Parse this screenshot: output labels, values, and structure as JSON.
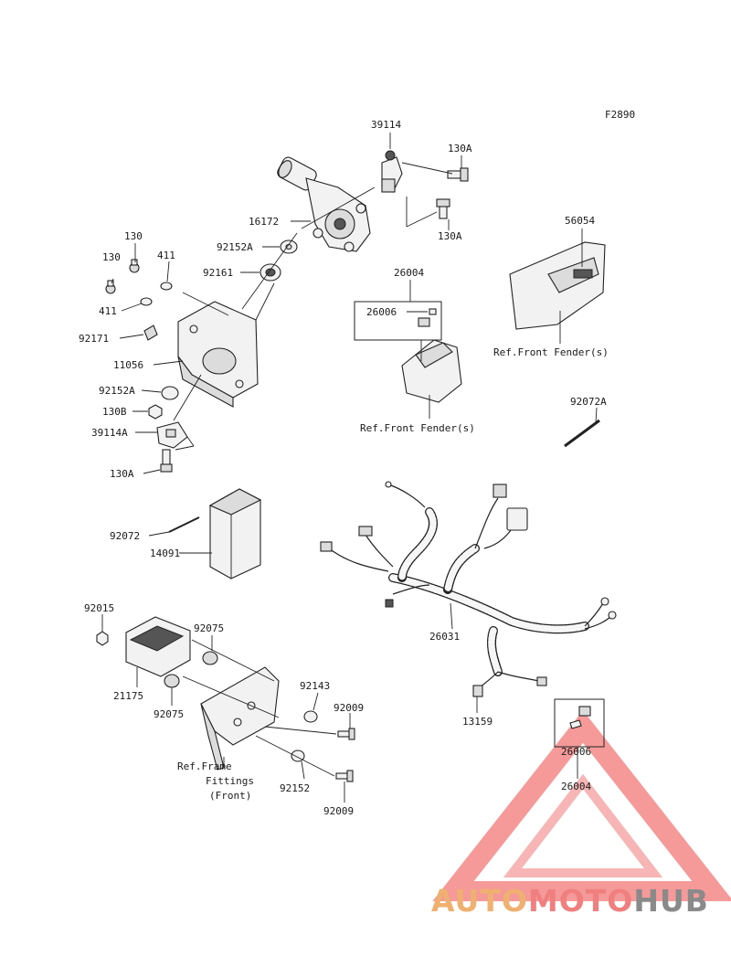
{
  "figure_code": "F2890",
  "labels": {
    "p39114": "39114",
    "p130A_top": "130A",
    "p130A_mid": "130A",
    "p16172": "16172",
    "p92152A_top": "92152A",
    "p92161": "92161",
    "p130_a": "130",
    "p130_b": "130",
    "p411_a": "411",
    "p411_b": "411",
    "p92171": "92171",
    "p11056": "11056",
    "p92152A_low": "92152A",
    "p130B": "130B",
    "p39114A": "39114A",
    "p130A_low": "130A",
    "p26004_top": "26004",
    "p26006_top": "26006",
    "ref_front_fender_mid": "Ref.Front Fender(s)",
    "p56054": "56054",
    "ref_front_fender_right": "Ref.Front Fender(s)",
    "p92072A": "92072A",
    "p92072": "92072",
    "p14091": "14091",
    "p26031": "26031",
    "p92015": "92015",
    "p92075_a": "92075",
    "p21175": "21175",
    "p92075_b": "92075",
    "p92143": "92143",
    "p92009_a": "92009",
    "p13159": "13159",
    "ref_frame_1": "Ref.Frame",
    "ref_frame_2": "Fittings",
    "ref_frame_3": "(Front)",
    "p92152": "92152",
    "p92009_b": "92009",
    "p26006_bottom": "26006",
    "p26004_bottom": "26004"
  },
  "watermark": {
    "part1": "AUTO",
    "part2": "MOTO",
    "part3": "HUB",
    "color1": "#f0b070",
    "color2": "#f08080",
    "color3": "#8a8a8a",
    "triangle_color": "#f06060"
  }
}
